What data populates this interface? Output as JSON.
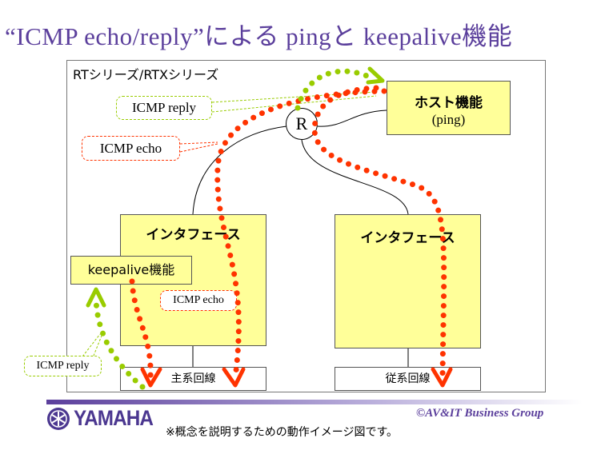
{
  "title": "“ICMP echo/reply”による pingと keepalive機能",
  "diagram": {
    "series_label": "RTシリーズ/RTXシリーズ",
    "host": {
      "title": "ホスト機能",
      "subtitle": "(ping)"
    },
    "router_label": "R",
    "left_interface": "インタフェース",
    "right_interface": "インタフェース",
    "keepalive": "keepalive機能",
    "primary_line": "主系回線",
    "secondary_line": "従系回線",
    "callouts": {
      "icmp_reply_top": "ICMP reply",
      "icmp_echo_top": "ICMP echo",
      "icmp_echo_bottom": "ICMP echo",
      "icmp_reply_bottom": "ICMP reply"
    },
    "colors": {
      "echo": "#ff3300",
      "reply": "#99cc00",
      "box": "#ffff99",
      "brand": "#5b3f9c"
    }
  },
  "footer": {
    "logo": "YAMAHA",
    "copyright": "©AV&IT Business Group",
    "note": "※概念を説明するための動作イメージ図です。"
  }
}
